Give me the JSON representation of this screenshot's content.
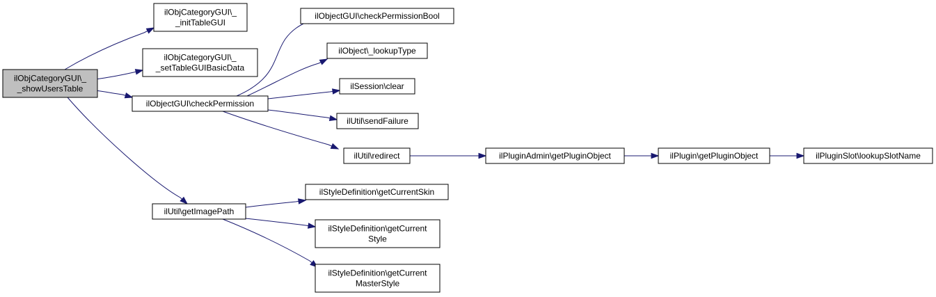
{
  "colors": {
    "edge": "#191970",
    "root_fill": "#bfbfbf",
    "node_fill": "#ffffff",
    "border": "#000000"
  },
  "nodes": [
    {
      "id": "root",
      "lines": [
        "ilObjCategoryGUI\\_",
        "_showUsersTable"
      ],
      "root": true
    },
    {
      "id": "init",
      "lines": [
        "ilObjCategoryGUI\\_",
        "_initTableGUI"
      ]
    },
    {
      "id": "setbasic",
      "lines": [
        "ilObjCategoryGUI\\_",
        "_setTableGUIBasicData"
      ]
    },
    {
      "id": "checkperm",
      "lines": [
        "ilObjectGUI\\checkPermission"
      ]
    },
    {
      "id": "getimg",
      "lines": [
        "ilUtil\\getImagePath"
      ]
    },
    {
      "id": "permbool",
      "lines": [
        "ilObjectGUI\\checkPermissionBool"
      ]
    },
    {
      "id": "lookup",
      "lines": [
        "ilObject\\_lookupType"
      ]
    },
    {
      "id": "clear",
      "lines": [
        "ilSession\\clear"
      ]
    },
    {
      "id": "sendfail",
      "lines": [
        "ilUtil\\sendFailure"
      ]
    },
    {
      "id": "redirect",
      "lines": [
        "ilUtil\\redirect"
      ]
    },
    {
      "id": "pa_getpo",
      "lines": [
        "ilPluginAdmin\\getPluginObject"
      ]
    },
    {
      "id": "p_getpo",
      "lines": [
        "ilPlugin\\getPluginObject"
      ]
    },
    {
      "id": "slotname",
      "lines": [
        "ilPluginSlot\\lookupSlotName"
      ]
    },
    {
      "id": "curskin",
      "lines": [
        "ilStyleDefinition\\getCurrentSkin"
      ]
    },
    {
      "id": "curstyle",
      "lines": [
        "ilStyleDefinition\\getCurrent",
        "Style"
      ]
    },
    {
      "id": "curmaster",
      "lines": [
        "ilStyleDefinition\\getCurrent",
        "MasterStyle"
      ]
    }
  ],
  "edges": [
    [
      "root",
      "init"
    ],
    [
      "root",
      "setbasic"
    ],
    [
      "root",
      "checkperm"
    ],
    [
      "root",
      "getimg"
    ],
    [
      "checkperm",
      "permbool"
    ],
    [
      "checkperm",
      "lookup"
    ],
    [
      "checkperm",
      "clear"
    ],
    [
      "checkperm",
      "sendfail"
    ],
    [
      "checkperm",
      "redirect"
    ],
    [
      "redirect",
      "pa_getpo"
    ],
    [
      "pa_getpo",
      "p_getpo"
    ],
    [
      "p_getpo",
      "slotname"
    ],
    [
      "getimg",
      "curskin"
    ],
    [
      "getimg",
      "curstyle"
    ],
    [
      "getimg",
      "curmaster"
    ]
  ]
}
